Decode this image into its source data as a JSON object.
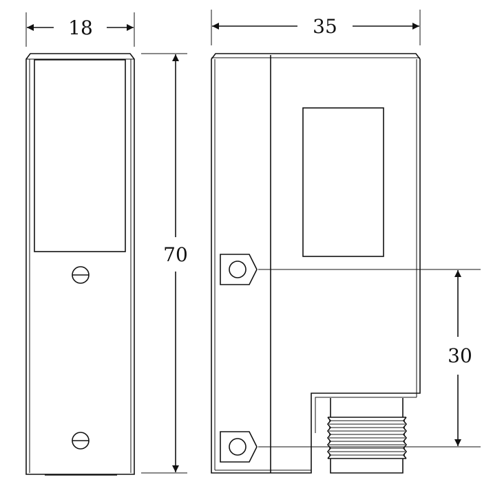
{
  "dimensions": {
    "width": "18",
    "length": "35",
    "height": "70",
    "mount_spacing": "30"
  },
  "colors": {
    "line": "#111111",
    "background": "#ffffff"
  }
}
